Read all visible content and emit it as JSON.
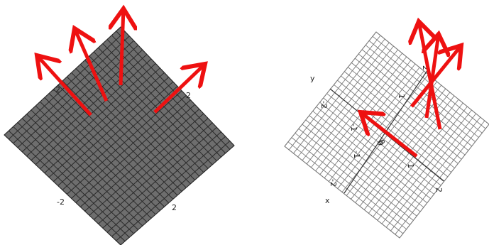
{
  "colors": {
    "background": "#ffffff",
    "left_plane_fill": "#6e6e6e",
    "left_plane_grid": "#2a2a2a",
    "right_plane_fill": "#ffffff",
    "right_plane_grid": "#7a7a7a",
    "arrow": "#ee1111",
    "axis": "#333333"
  },
  "left_panel": {
    "tick_labels": [
      "-2",
      "2",
      "-2",
      "2"
    ]
  },
  "right_panel": {
    "axes": {
      "x_label": "x",
      "y_label": "y"
    },
    "x_ticks": [
      "-2",
      "-1",
      "0",
      "1",
      "2"
    ],
    "y_ticks": [
      "-2",
      "-1",
      "0",
      "1",
      "2"
    ]
  },
  "grid_lines": 26
}
